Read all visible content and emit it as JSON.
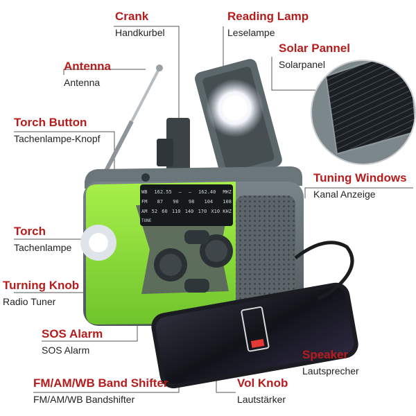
{
  "labels": {
    "crank": {
      "title": "Crank",
      "subtitle": "Handkurbel"
    },
    "lamp": {
      "title": "Reading Lamp",
      "subtitle": "Leselampe"
    },
    "solar": {
      "title": "Solar Pannel",
      "subtitle": "Solarpanel"
    },
    "antenna": {
      "title": "Antenna",
      "subtitle": "Antenna"
    },
    "torchbtn": {
      "title": "Torch Button",
      "subtitle": "Tachenlampe-Knopf"
    },
    "tuning": {
      "title": "Tuning Windows",
      "subtitle": "Kanal Anzeige"
    },
    "torch": {
      "title": "Torch",
      "subtitle": "Tachenlampe"
    },
    "knob": {
      "title": "Turning Knob",
      "subtitle": "Radio Tuner"
    },
    "sos": {
      "title": "SOS Alarm",
      "subtitle": "SOS Alarm"
    },
    "speaker": {
      "title": "Speaker",
      "subtitle": "Lautsprecher"
    },
    "band": {
      "title": "FM/AM/WB Band Shifter",
      "subtitle": "FM/AM/WB Bandshifter"
    },
    "vol": {
      "title": "Vol Knob",
      "subtitle": "Lautstärker"
    }
  },
  "dial": {
    "row1": [
      "WB",
      "162.55",
      "—",
      "—",
      "162.40",
      "MHZ"
    ],
    "row2": [
      "FM",
      "87",
      "90",
      "98",
      "104",
      "108"
    ],
    "row3": [
      "AM",
      "52",
      "60",
      "110",
      "140",
      "170",
      "X10 KHZ"
    ],
    "tune": "TUNE"
  },
  "colors": {
    "accent": "#b71c1c",
    "body_green": "#8be03a",
    "grey": "#5f6a6e"
  }
}
